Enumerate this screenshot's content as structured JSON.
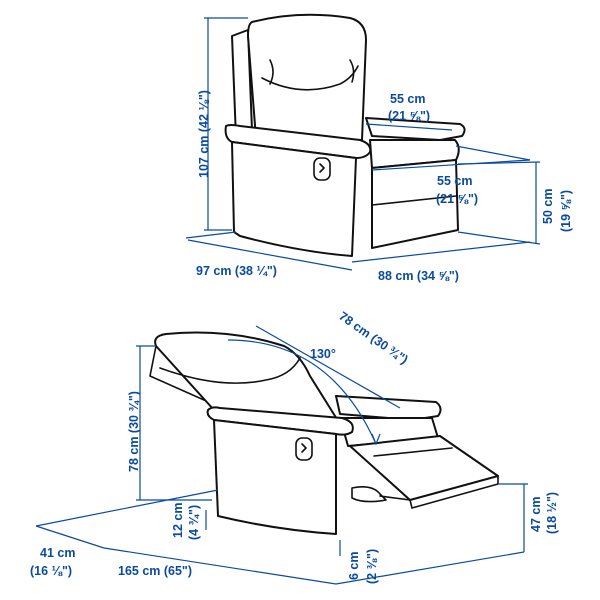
{
  "colors": {
    "ink": "#111111",
    "dimension": "#0a4ba0",
    "background": "#ffffff"
  },
  "upright_view": {
    "height_cm": "107 cm (42 ⅛\")",
    "seat_width_cm": "55 cm",
    "seat_width_in": "(21 ⅝\")",
    "seat_depth_cm": "55 cm",
    "seat_depth_in": "(21 ⅝\")",
    "seat_height_cm": "50 cm",
    "seat_height_in": "(19 ⅝\")",
    "width_label": "97 cm (38 ¼\")",
    "depth_label": "88 cm (34 ⅝\")"
  },
  "reclined_view": {
    "back_length_label": "78 cm (30 ¾\")",
    "recline_angle": "130°",
    "height_label": "78 cm (30 ¾\")",
    "seat_drop_cm": "12 cm",
    "seat_drop_in": "(4 ¾\")",
    "footrest_height_cm": "47 cm",
    "footrest_height_in": "(18 ½\")",
    "clearance_cm": "6 cm",
    "clearance_in": "(2 ⅜\")",
    "offset_cm": "41 cm",
    "offset_in": "(16 ⅛\")",
    "length_label": "165 cm (65\")"
  }
}
